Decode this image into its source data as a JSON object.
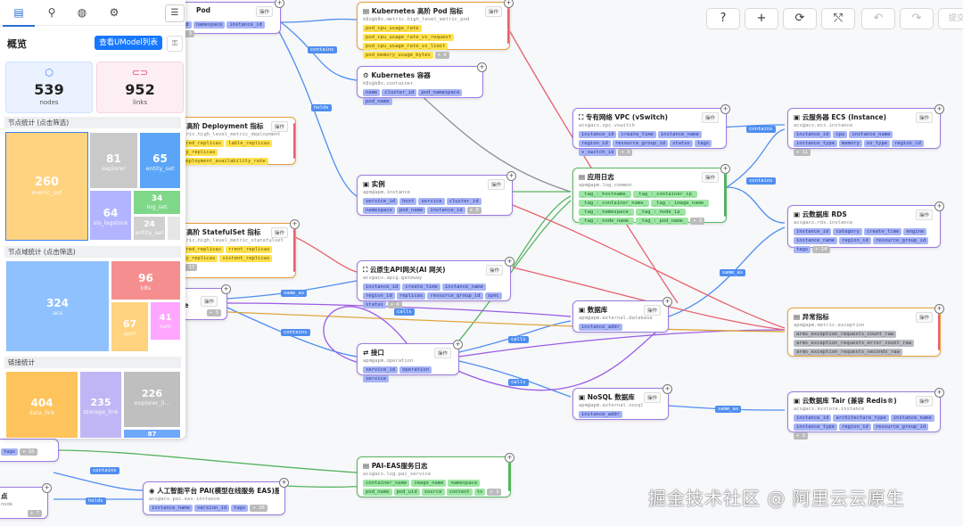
{
  "toolbar": {
    "help": "?",
    "add": "+",
    "refresh": "⟳",
    "share": "⤲",
    "undo": "↶",
    "redo": "↷",
    "submit": "提交"
  },
  "panel": {
    "tabs": [
      "▤",
      "⚲",
      "◍",
      "⚙"
    ],
    "overview_title": "概览",
    "umodel_button": "查看UModel列表",
    "nodes_count": "539",
    "nodes_label": "nodes",
    "links_count": "952",
    "links_label": "links",
    "node_stats_title": "节点统计 (点击筛选)",
    "domain_stats_title": "节点域统计 (点击筛选)",
    "link_stats_title": "链接统计",
    "node_stats": [
      {
        "v": "260",
        "n": "metric_set"
      },
      {
        "v": "81",
        "n": "explorer"
      },
      {
        "v": "65",
        "n": "entity_set"
      },
      {
        "v": "64",
        "n": "sls_logstore"
      },
      {
        "v": "34",
        "n": "log_set"
      },
      {
        "v": "24",
        "n": "entity_set"
      }
    ],
    "domain_stats": [
      {
        "v": "324",
        "n": "acs"
      },
      {
        "v": "96",
        "n": "k8s"
      },
      {
        "v": "67",
        "n": "apm"
      },
      {
        "v": "41",
        "n": "rum"
      }
    ],
    "link_stats": [
      {
        "v": "404",
        "n": "data_link"
      },
      {
        "v": "235",
        "n": "storage_link"
      },
      {
        "v": "226",
        "n": "explorer_li..."
      },
      {
        "v": "87",
        "n": ""
      }
    ]
  },
  "nodes": {
    "pod": {
      "title": "Pod",
      "key": "",
      "op": "操作",
      "tags": [
        "id",
        "namespace",
        "instance_id",
        "+ 3"
      ]
    },
    "k8s_pod_metric": {
      "title": "Kubernetes 高阶 Pod 指标",
      "key": "k8s@k8s.metric.high_level_metric_pod",
      "op": "操作",
      "tags": [
        "pod_cpu_usage_rate",
        "pod_cpu_usage_rate_vs_request",
        "pod_cpu_usage_rate_vs_limit",
        "pod_memory_usage_bytes",
        "+ 4"
      ]
    },
    "k8s_container": {
      "title": "Kubernetes 容器",
      "key": "k8s@k8s.container",
      "op": "操作",
      "tags": [
        "name",
        "cluster_id",
        "pod_namespace",
        "pod_name"
      ]
    },
    "deploy_metric": {
      "title": "s 高阶 Deployment 指标",
      "key": "etric.high_level_metric_deployment",
      "op": "操作",
      "tags": [
        "ired_replicas",
        "lable_replicas",
        "dy_replicas",
        "deployment_availability_rate"
      ]
    },
    "sts_metric": {
      "title": "s 高阶 StatefulSet 指标",
      "key": "etric.high_level_metric_statefulset",
      "op": "操作",
      "tags": [
        "ired_replicas",
        "rrent_replicas",
        "dy_replicas",
        "sistent_replicas",
        "+ 17"
      ]
    },
    "instance": {
      "title": "实例",
      "key": "apm@apm.instance",
      "op": "操作",
      "tags": [
        "service_id",
        "host",
        "service",
        "cluster_id",
        "namespace",
        "pod_name",
        "instance_id",
        "+ 3"
      ]
    },
    "gateway": {
      "title": "云原生API网关(AI 网关)",
      "key": "acs@acs.apig.gateway",
      "op": "操作",
      "tags": [
        "instance_id",
        "create_time",
        "instance_name",
        "region_id",
        "replicas",
        "resource_group_id",
        "spec",
        "status",
        "+ 4"
      ]
    },
    "interface": {
      "title": "接口",
      "key": "apm@apm.operation",
      "op": "操作",
      "tags": [
        "service_id",
        "operation",
        "service"
      ]
    },
    "vpc": {
      "title": "专有网络 VPC (vSwitch)",
      "key": "acs@acs.vpc.vswitch",
      "op": "操作",
      "tags": [
        "instance_id",
        "create_time",
        "instance_name",
        "region_id",
        "resource_group_id",
        "status",
        "tags",
        "v_switch_id",
        "+ 3"
      ]
    },
    "app_log": {
      "title": "应用日志",
      "key": "apm@apm.log.common",
      "op": "操作",
      "tags": [
        "_tag_:_hostname_",
        "_tag_:_container_ip_",
        "_tag_:_container_name_",
        "_tag_:_image_name_",
        "_tag_:_namespace_",
        "_tag_:_node_ip_",
        "_tag_:_node_name_",
        "_tag_:_pod_name_",
        "+ 3"
      ]
    },
    "ecs": {
      "title": "云服务器 ECS (Instance)",
      "key": "acs@acs.ecs.instance",
      "op": "操作",
      "tags": [
        "instance_id",
        "cpu",
        "instance_name",
        "instance_type",
        "memory",
        "os_type",
        "region_id",
        "+ 11"
      ]
    },
    "rds": {
      "title": "云数据库 RDS",
      "key": "acs@acs.rds.instance",
      "op": "操作",
      "tags": [
        "instance_id",
        "category",
        "create_time",
        "engine",
        "instance_name",
        "region_id",
        "resource_group_id",
        "tags",
        "+ 14"
      ]
    },
    "database": {
      "title": "数据库",
      "key": "apm@apm.external.database",
      "op": "操作",
      "tags": [
        "instance_addr"
      ]
    },
    "exception": {
      "title": "异常指标",
      "key": "apm@apm.metric.exception",
      "op": "操作",
      "tags": [
        "arms_exception_requests_count_raw",
        "arms_exception_requests_error_count_raw",
        "arms_exception_requests_seconds_raw"
      ]
    },
    "nosql": {
      "title": "NoSQL 数据库",
      "key": "apm@apm.external.nosql",
      "op": "操作",
      "tags": [
        "instance_addr"
      ]
    },
    "tair": {
      "title": "云数据库 Tair (兼容 Redis®)",
      "key": "acs@acs.kvstore.instance",
      "op": "操作",
      "tags": [
        "instance_id",
        "architecture_type",
        "instance_name",
        "instance_type",
        "region_id",
        "resource_group_id",
        "+ 3"
      ]
    },
    "pai_log": {
      "title": "PAI-EAS服务日志",
      "key": "acs@acs.log.pai_service",
      "op": "操作",
      "tags": [
        "container_name",
        "image_name",
        "namespace",
        "pod_name",
        "pod_uid",
        "source",
        "content",
        "ts",
        "+ 3"
      ]
    },
    "pai": {
      "title": "人工智能平台 PAI(模型在线服务 EAS)服...",
      "key": "acs@acs.pai.eas.instance",
      "op": "操作",
      "tags": [
        "instance_name",
        "version_id",
        "tags",
        "+ 20"
      ]
    },
    "left_ce": {
      "title": "ce",
      "key": "",
      "op": "操作",
      "tags": [
        "+ 3"
      ]
    },
    "left_bottom": {
      "title": "点",
      "key": "node",
      "op": "",
      "tags": [
        "+ 7"
      ]
    },
    "left_mid": {
      "title": "",
      "key": "",
      "op": "",
      "tags": [
        "tags",
        "+ 10"
      ]
    }
  },
  "edge_labels": [
    "contains",
    "holds",
    "same_as",
    "contains",
    "calls",
    "calls",
    "calls",
    "contains",
    "same_as",
    "same_as",
    "contains",
    "holds",
    "contains"
  ],
  "watermark": "掘金技术社区 @ 阿里云云原生"
}
